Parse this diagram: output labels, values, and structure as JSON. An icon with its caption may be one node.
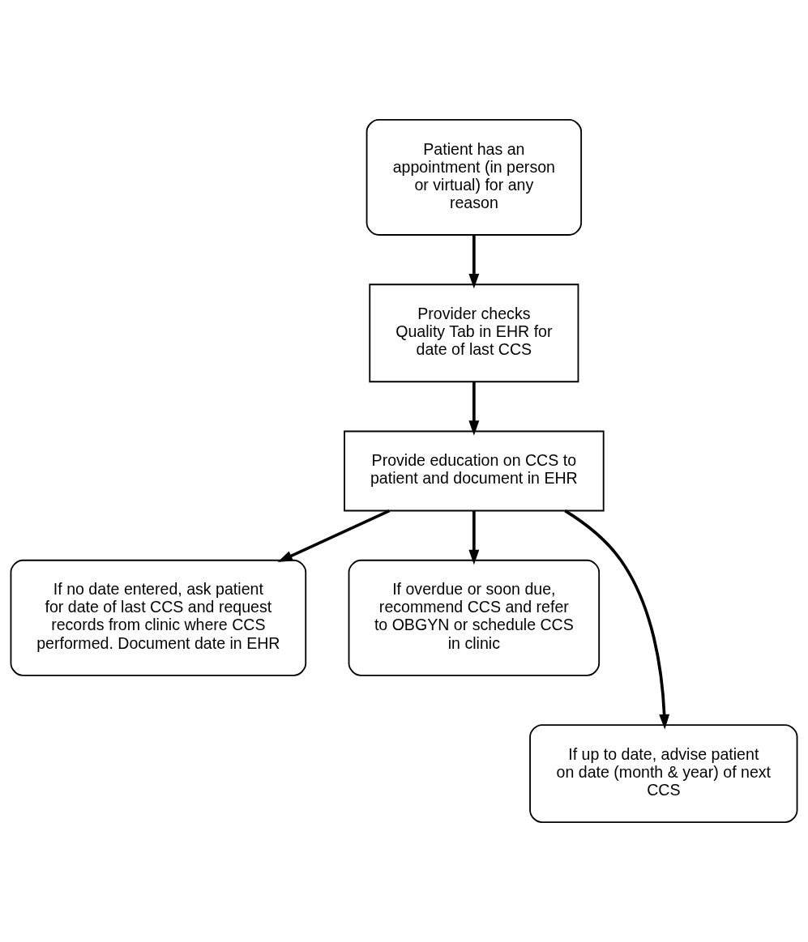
{
  "diagram": {
    "nodes": [
      {
        "text": [
          "Patient has an appointment (in person or virtual) for any reason"
        ]
      },
      {
        "text": [
          "Provider checks Quality Tab in EHR for date of last CCS"
        ]
      },
      {
        "text": [
          "Provide education on CCS to patient and document in EHR"
        ]
      },
      {
        "text": [
          "If no date entered, ask patient for date of last CCS and request records from clinic where CCS performed. Document date in EHR"
        ]
      },
      {
        "text": [
          "If overdue or soon due, recommend CCS and refer to OBGYN or schedule CCS in clinic"
        ]
      },
      {
        "text": [
          "If up to date, advise patient on date (month & year) of next CCS"
        ]
      }
    ],
    "edges": [
      {
        "from": 0,
        "to": 1,
        "arrow": "to"
      },
      {
        "from": 1,
        "to": 2,
        "arrow": "to"
      },
      {
        "from": 2,
        "to": 3,
        "arrow": "to"
      },
      {
        "from": 2,
        "to": 5,
        "arrow": "to"
      },
      {
        "from": 2,
        "to": 4,
        "arrow": "to"
      }
    ]
  }
}
